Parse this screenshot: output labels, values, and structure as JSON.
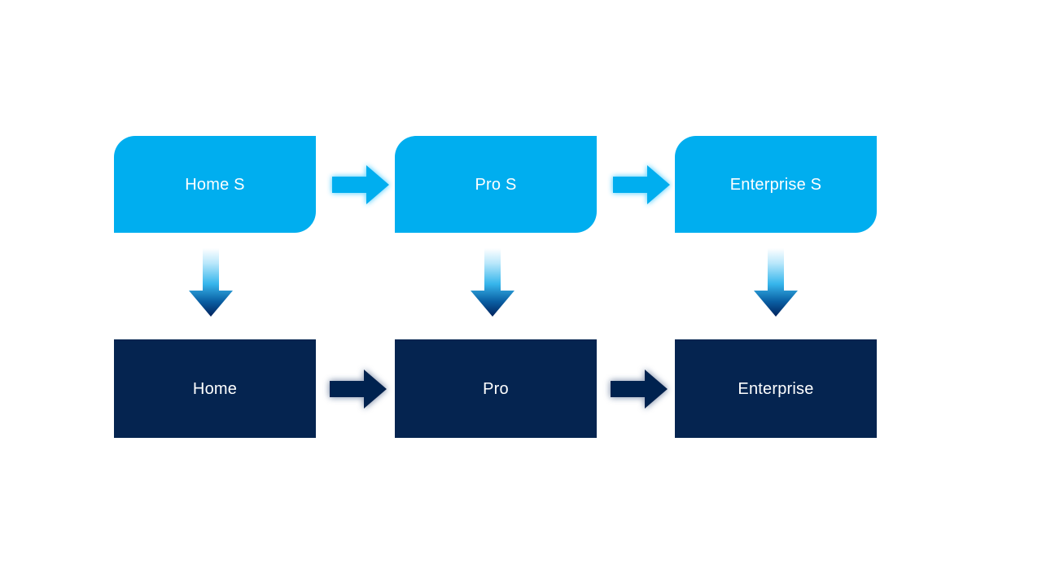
{
  "diagram": {
    "title": "Product tier progression diagram",
    "colors": {
      "top_box_fill": "#00aeef",
      "bottom_box_fill": "#052450",
      "top_arrow_fill": "#00aeef",
      "top_arrow_glow": "#7fdcff",
      "bottom_arrow_fill": "#062350",
      "bottom_arrow_glow": "#b9c3d4",
      "vertical_arrow_gradient_start": "#ffffff",
      "vertical_arrow_gradient_mid": "#37b6ec",
      "vertical_arrow_gradient_end": "#01215c",
      "background": "#ffffff",
      "box_text": "#ffffff"
    },
    "top_row": {
      "name": "subscription-tier-row",
      "boxes": [
        {
          "id": "home-s",
          "label": "Home S"
        },
        {
          "id": "pro-s",
          "label": "Pro S"
        },
        {
          "id": "enterprise-s",
          "label": "Enterprise S"
        }
      ],
      "connectors": [
        {
          "id": "home-s-to-pro-s",
          "icon": "right-arrow-icon",
          "direction": "right"
        },
        {
          "id": "pro-s-to-enterprise-s",
          "icon": "right-arrow-icon",
          "direction": "right"
        }
      ]
    },
    "vertical_connectors": [
      {
        "id": "home-s-to-home",
        "icon": "down-arrow-icon",
        "direction": "down"
      },
      {
        "id": "pro-s-to-pro",
        "icon": "down-arrow-icon",
        "direction": "down"
      },
      {
        "id": "enterprise-s-to-enterprise",
        "icon": "down-arrow-icon",
        "direction": "down"
      }
    ],
    "bottom_row": {
      "name": "product-tier-row",
      "boxes": [
        {
          "id": "home",
          "label": "Home"
        },
        {
          "id": "pro",
          "label": "Pro"
        },
        {
          "id": "enterprise",
          "label": "Enterprise"
        }
      ],
      "connectors": [
        {
          "id": "home-to-pro",
          "icon": "right-arrow-icon",
          "direction": "right"
        },
        {
          "id": "pro-to-enterprise",
          "icon": "right-arrow-icon",
          "direction": "right"
        }
      ]
    }
  }
}
